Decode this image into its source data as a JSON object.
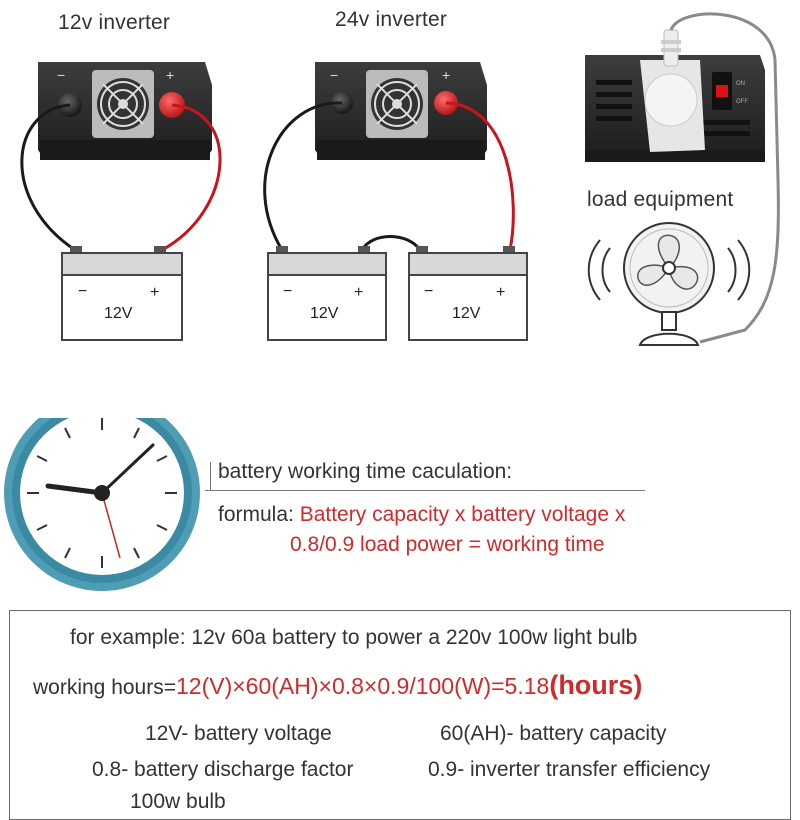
{
  "labels": {
    "inverter_12v": "12v inverter",
    "inverter_24v": "24v inverter",
    "load_equipment": "load equipment"
  },
  "inverter_terminals": {
    "negative": "−",
    "positive": "+"
  },
  "inverter_switch": {
    "on": "ON",
    "off": "OFF"
  },
  "batteries": [
    {
      "voltage": "12V",
      "negative": "−",
      "positive": "+"
    },
    {
      "voltage": "12V",
      "negative": "−",
      "positive": "+"
    },
    {
      "voltage": "12V",
      "negative": "−",
      "positive": "+"
    }
  ],
  "calculation": {
    "title": "battery working time caculation:",
    "formula_prefix": "formula: ",
    "formula_line1": "Battery capacity x battery voltage x",
    "formula_line2": "0.8/0.9 load power = working time"
  },
  "example": {
    "intro": "for example: 12v 60a battery to power a 220v 100w light bulb",
    "hours_prefix": "working hours=",
    "hours_expression": "12(V)×60(AH)×0.8×0.9/100(W)=5.18",
    "hours_unit": "(hours)",
    "definitions": [
      "12V- battery voltage",
      "60(AH)- battery  capacity",
      "0.8- battery discharge factor",
      "0.9- inverter transfer efficiency"
    ],
    "partial_line": "100w bulb"
  },
  "colors": {
    "wire_red": "#c8141b",
    "wire_black": "#1a1a1a",
    "inverter_body": "#2b2b2b",
    "clock_rim": "#4f9db5",
    "formula_red": "#d12a2a"
  }
}
